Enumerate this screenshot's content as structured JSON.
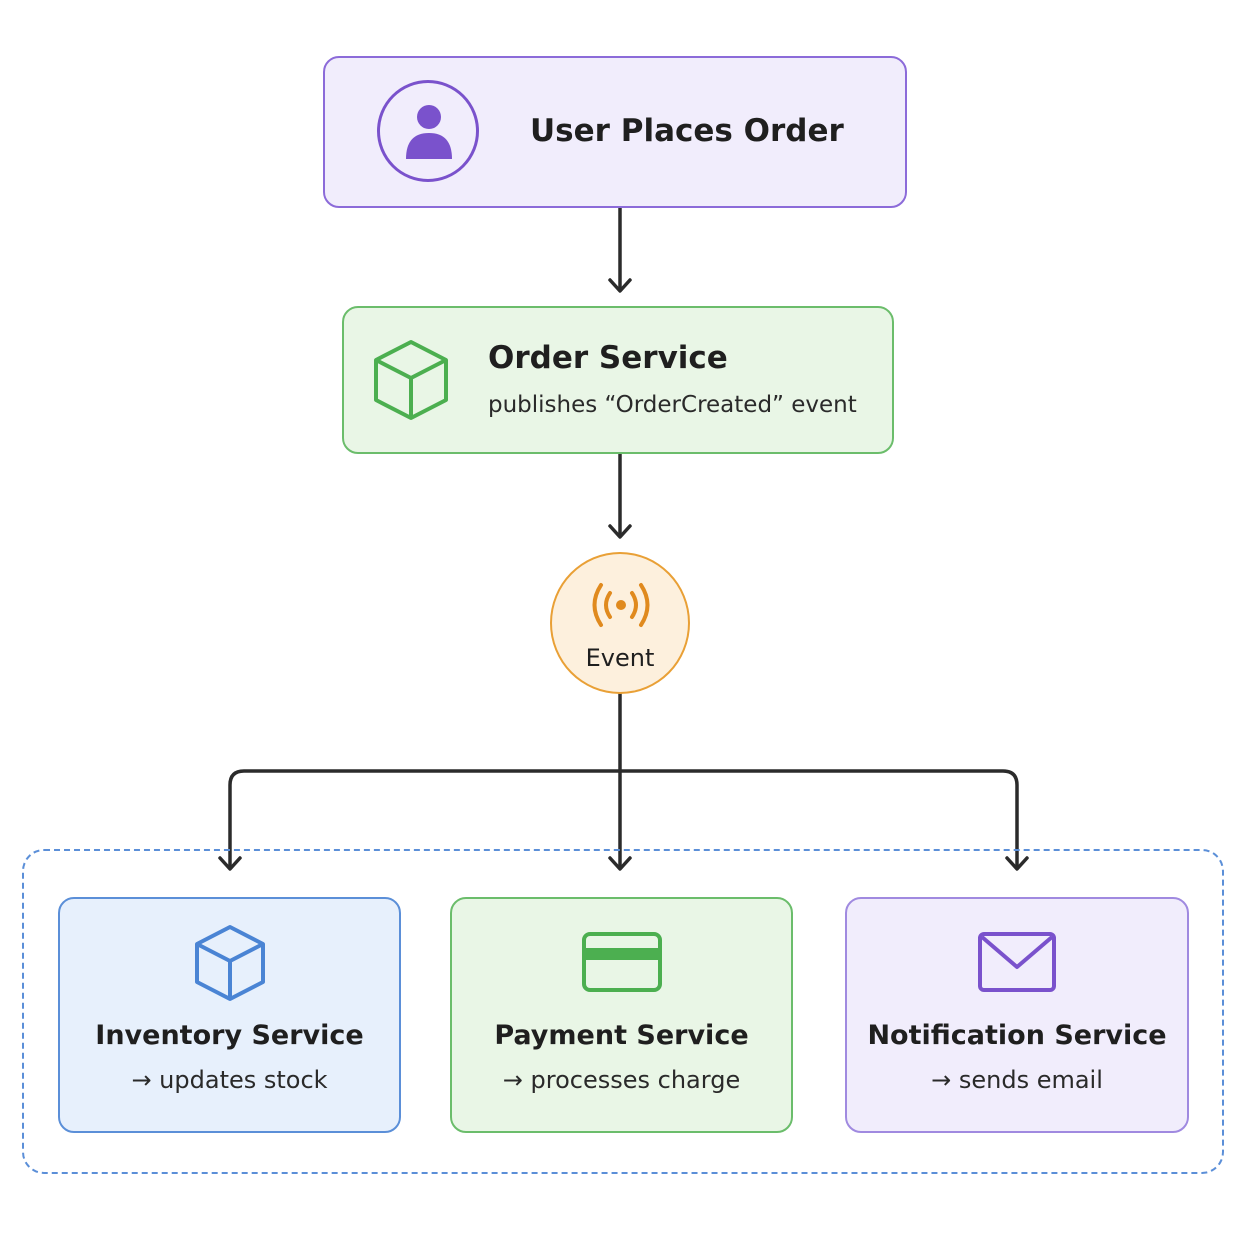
{
  "nodes": {
    "user": {
      "title": "User Places Order",
      "icon": "user-icon"
    },
    "order": {
      "title": "Order Service",
      "subtitle": "publishes “OrderCreated” event",
      "icon": "cube-icon"
    },
    "event": {
      "label": "Event",
      "icon": "broadcast-icon"
    },
    "inventory": {
      "title": "Inventory Service",
      "subtitle": "→ updates stock",
      "icon": "cube-icon"
    },
    "payment": {
      "title": "Payment Service",
      "subtitle": "→  processes charge",
      "icon": "credit-card-icon"
    },
    "notification": {
      "title": "Notification Service",
      "subtitle": "→ sends email",
      "icon": "mail-icon"
    }
  },
  "colors": {
    "purple": "#7a52cc",
    "green": "#4caf50",
    "orange": "#e08a1e",
    "blue": "#4a84d4",
    "connector": "#2b2b2b"
  }
}
